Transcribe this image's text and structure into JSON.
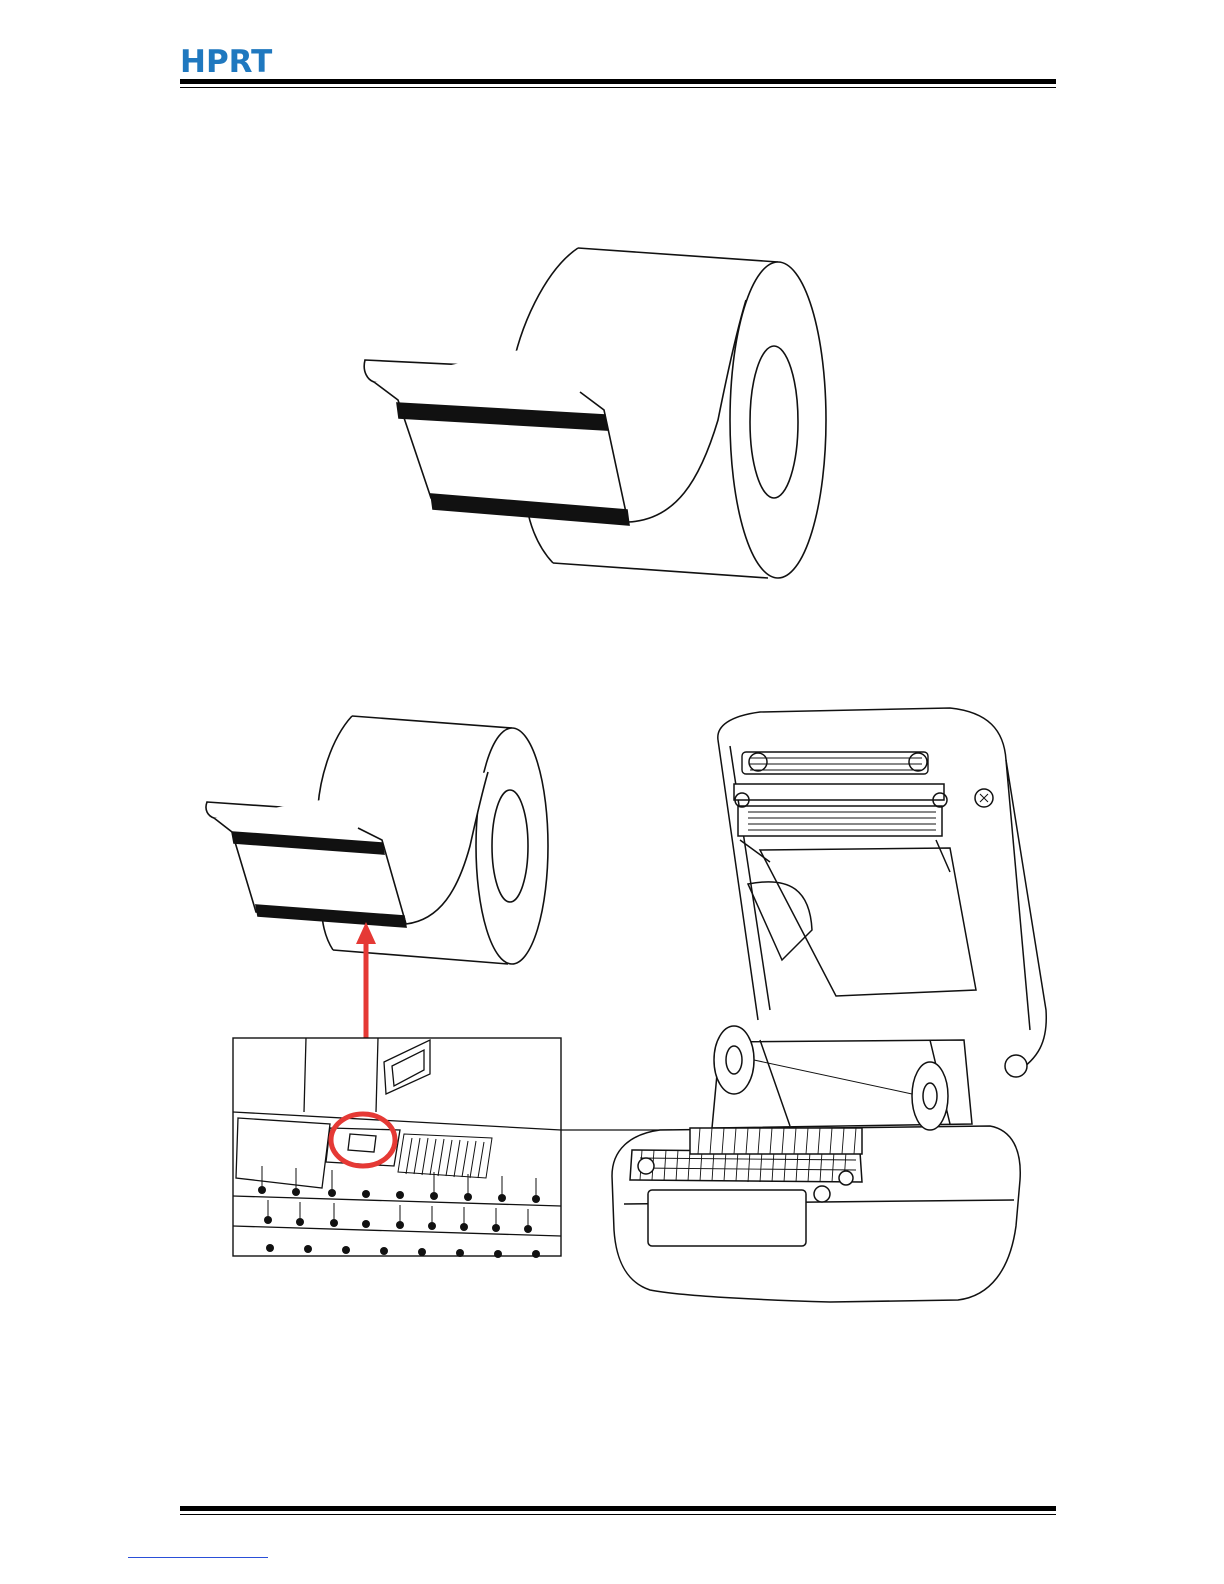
{
  "header": {
    "logo_text": "HPRT",
    "brand_color": "#1f78bf"
  },
  "figures": {
    "roll_top": {
      "icon": "label-roll-with-black-mark"
    },
    "roll_bottom": {
      "icon": "label-roll-with-black-mark"
    },
    "callout": {
      "icon": "black-mark-sensor-zoom",
      "highlight_color": "#e53935"
    },
    "printer": {
      "icon": "open-label-printer"
    }
  }
}
